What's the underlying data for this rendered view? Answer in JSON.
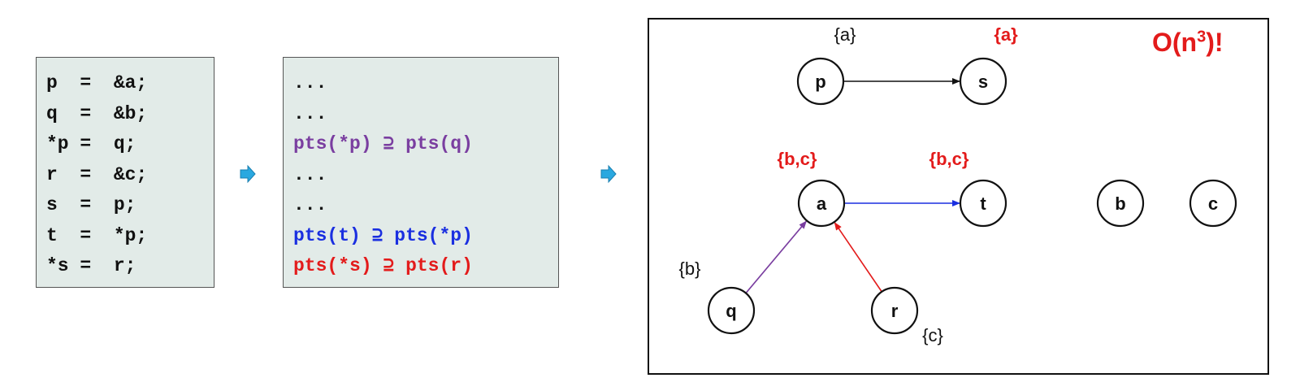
{
  "code_box": {
    "lines": [
      {
        "text": "p  =  &a;",
        "color": "#111111"
      },
      {
        "text": "q  =  &b;",
        "color": "#111111"
      },
      {
        "text": "*p =  q;",
        "color": "#111111"
      },
      {
        "text": "r  =  &c;",
        "color": "#111111"
      },
      {
        "text": "s  =  p;",
        "color": "#111111"
      },
      {
        "text": "t  =  *p;",
        "color": "#111111"
      },
      {
        "text": "*s =  r;",
        "color": "#111111"
      }
    ]
  },
  "constraint_box": {
    "lines": [
      {
        "text": "...",
        "color": "#111111"
      },
      {
        "text": "...",
        "color": "#111111"
      },
      {
        "text": "pts(*p) ⊇ pts(q)",
        "color": "#7a3ea0"
      },
      {
        "text": "...",
        "color": "#111111"
      },
      {
        "text": "...",
        "color": "#111111"
      },
      {
        "text": "pts(t) ⊇ pts(*p)",
        "color": "#1a2fe0"
      },
      {
        "text": "pts(*s) ⊇ pts(r)",
        "color": "#e31b1b"
      }
    ]
  },
  "flow_arrows": [
    "arrow-right-icon",
    "arrow-right-icon"
  ],
  "graph": {
    "complexity": {
      "prefix": "O(n",
      "exponent": "3",
      "suffix": ")!"
    },
    "nodes": [
      {
        "id": "p",
        "label": "p"
      },
      {
        "id": "s",
        "label": "s"
      },
      {
        "id": "a",
        "label": "a"
      },
      {
        "id": "t",
        "label": "t"
      },
      {
        "id": "b",
        "label": "b"
      },
      {
        "id": "c",
        "label": "c"
      },
      {
        "id": "q",
        "label": "q"
      },
      {
        "id": "r",
        "label": "r"
      }
    ],
    "points_to_sets": [
      {
        "node": "p",
        "text": "{a}",
        "highlight": false
      },
      {
        "node": "s",
        "text": "{a}",
        "highlight": true
      },
      {
        "node": "a",
        "text": "{b,c}",
        "highlight": true
      },
      {
        "node": "t",
        "text": "{b,c}",
        "highlight": true
      },
      {
        "node": "q",
        "text": "{b}",
        "highlight": false
      },
      {
        "node": "r",
        "text": "{c}",
        "highlight": false
      }
    ],
    "edges": [
      {
        "from": "p",
        "to": "s",
        "color": "#111111"
      },
      {
        "from": "a",
        "to": "t",
        "color": "#1a2fe0"
      },
      {
        "from": "q",
        "to": "a",
        "color": "#7a3ea0"
      },
      {
        "from": "r",
        "to": "a",
        "color": "#e31b1b"
      }
    ]
  }
}
